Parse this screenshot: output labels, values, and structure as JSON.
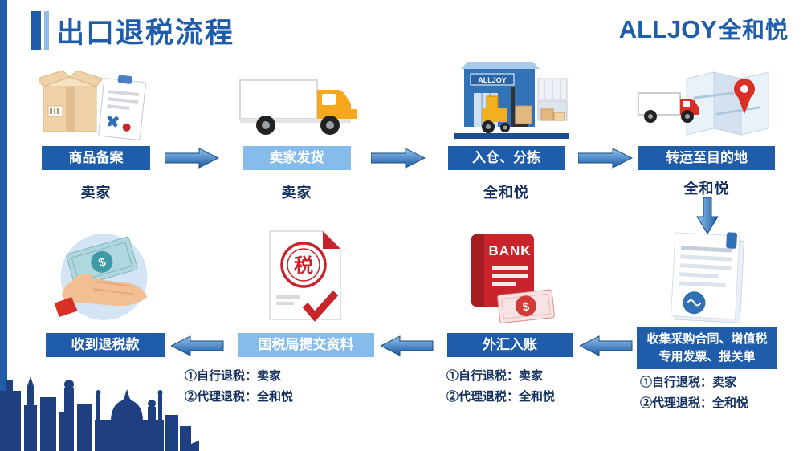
{
  "header": {
    "title": "出口退税流程",
    "brand": "ALLJOY",
    "brand_cn": "全和悦"
  },
  "colors": {
    "primary_blue": "#1F5CA9",
    "light_blue": "#85BCEC",
    "accent_red": "#C9242B",
    "navy_text": "#132F5E",
    "orange": "#F5A81C"
  },
  "flow": {
    "row1": [
      {
        "label": "商品备案",
        "actor": "卖家",
        "icon": "package-box-clipboard-icon",
        "style": "dark"
      },
      {
        "label": "卖家发货",
        "actor": "卖家",
        "icon": "delivery-truck-icon",
        "style": "light"
      },
      {
        "label": "入仓、分拣",
        "actor": "全和悦",
        "icon": "warehouse-forklift-icon",
        "style": "dark",
        "sign": "ALLJOY"
      },
      {
        "label": "转运至目的地",
        "actor": "全和悦",
        "icon": "truck-map-pin-icon",
        "style": "dark"
      }
    ],
    "row2": [
      {
        "label": "收到退税款",
        "icon": "hand-money-icon",
        "style": "dark",
        "currency": "$"
      },
      {
        "label": "国税局提交资料",
        "icon": "tax-document-icon",
        "style": "light",
        "seal_text": "税",
        "notes": [
          "①自行退税：卖家",
          "②代理退税：全和悦"
        ]
      },
      {
        "label": "外汇入账",
        "icon": "bank-book-money-icon",
        "style": "dark",
        "book_text": "BANK",
        "currency": "$",
        "notes": [
          "①自行退税：卖家",
          "②代理退税：全和悦"
        ]
      },
      {
        "label": "收集采购合同、增值税专用发票、报关单",
        "icon": "contract-documents-icon",
        "style": "dark",
        "notes": [
          "①自行退税：卖家",
          "②代理退税：全和悦"
        ]
      }
    ]
  }
}
